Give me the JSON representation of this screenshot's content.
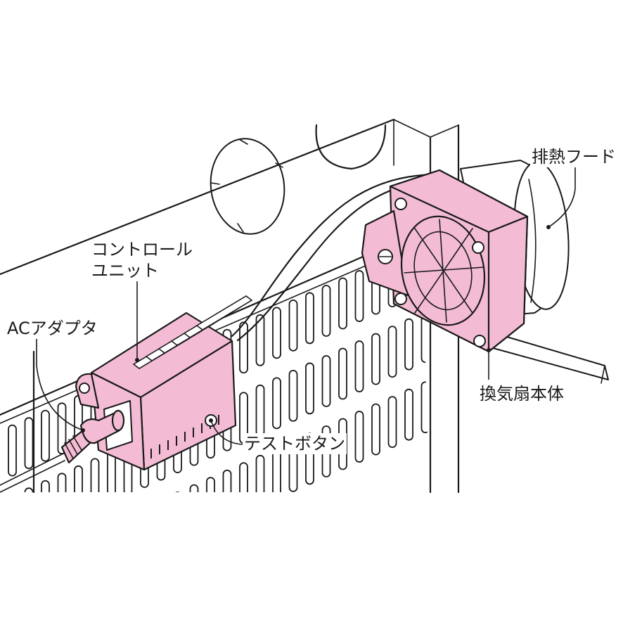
{
  "colors": {
    "component_fill": "#f4bcd4",
    "line": "#1a1a1a",
    "background": "#ffffff"
  },
  "labels": {
    "exhaust_hood": "排熱フード",
    "control_unit_line1": "コントロール",
    "control_unit_line2": "ユニット",
    "ac_adapter": "ACアダプタ",
    "fan_body": "換気扇本体",
    "test_button": "テストボタン"
  }
}
